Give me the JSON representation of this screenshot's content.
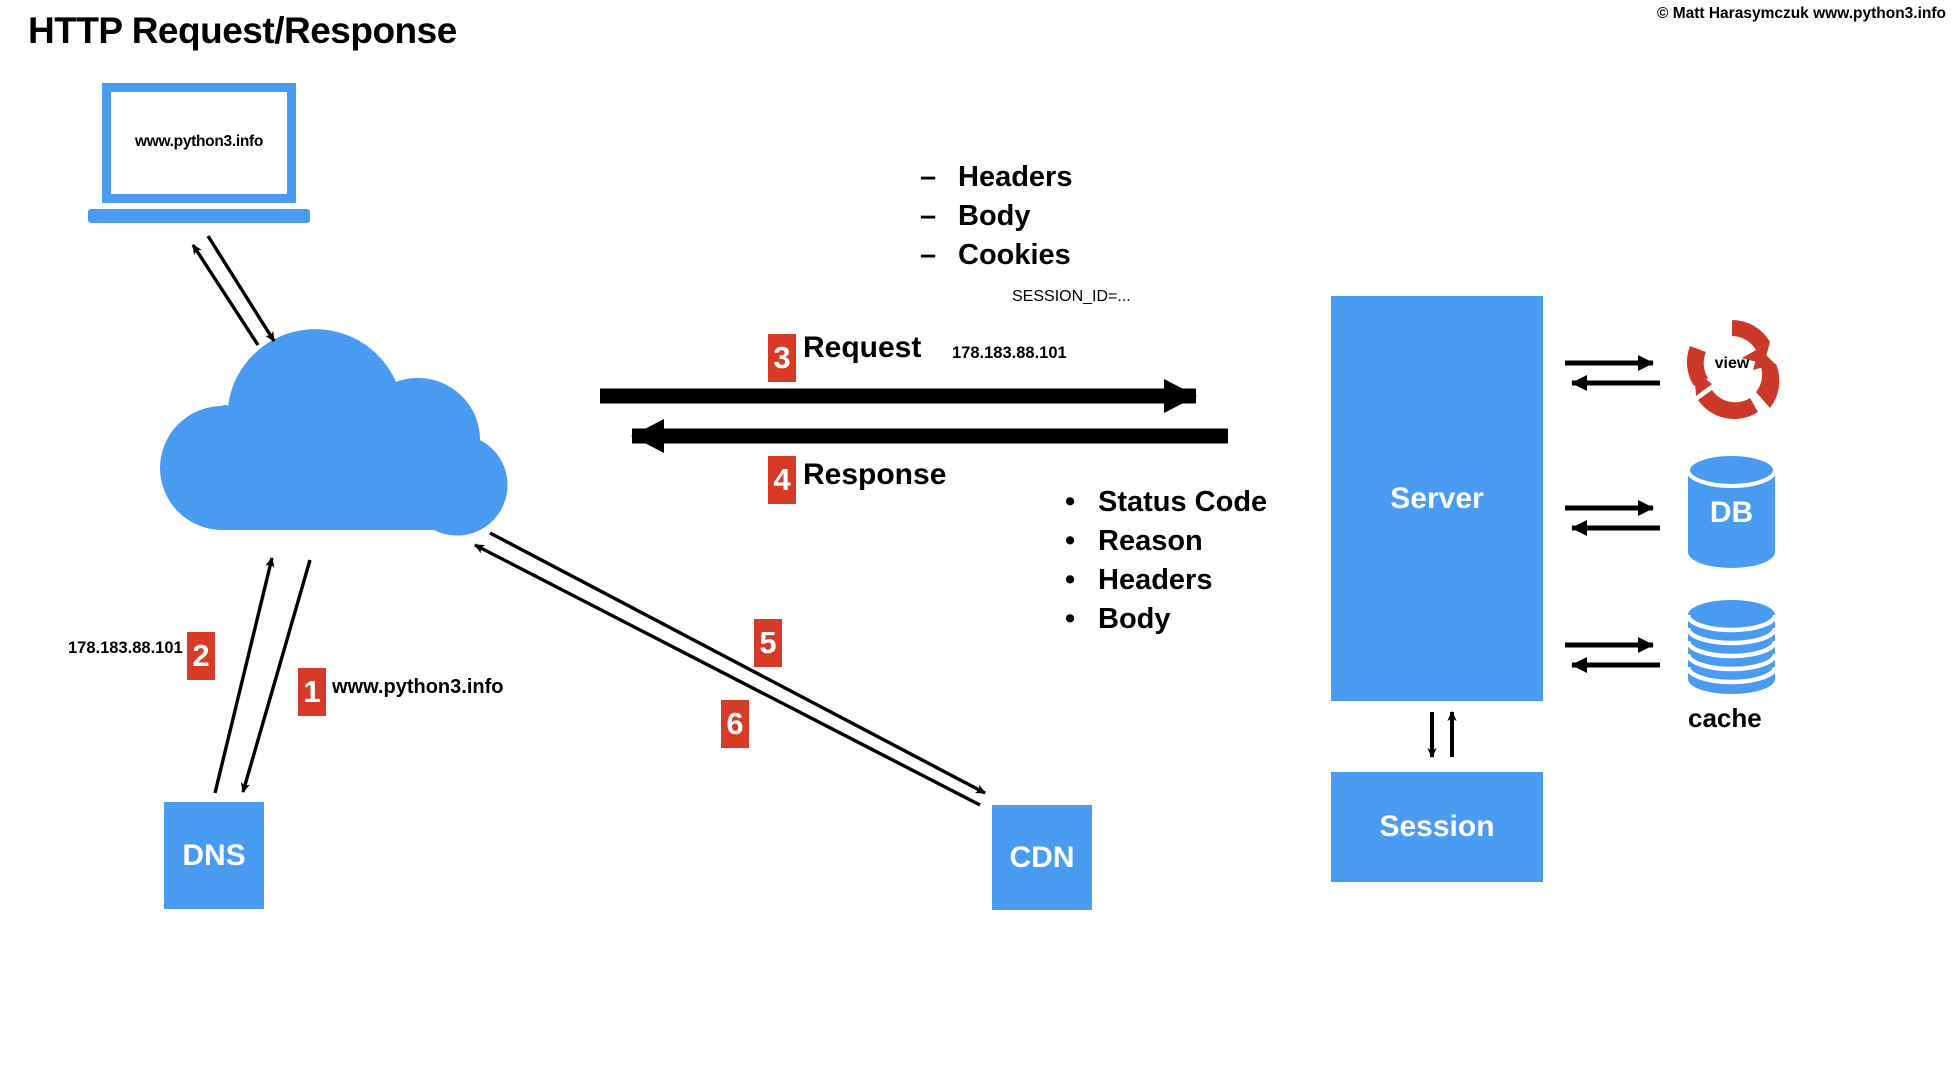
{
  "page": {
    "title": "HTTP Request/Response",
    "copyright": "© Matt Harasymczuk www.python3.info",
    "brand_blue": "#4A9BF2",
    "badge_red": "#D73B27",
    "background": "#ffffff"
  },
  "client": {
    "device": "laptop",
    "url": "www.python3.info"
  },
  "nodes": {
    "cloud": "internet-cloud",
    "dns": "DNS",
    "cdn": "CDN",
    "server": "Server",
    "session": "Session",
    "db": "DB",
    "cache": "cache",
    "view": "view"
  },
  "steps": [
    {
      "number": "1",
      "label": "www.python3.info"
    },
    {
      "number": "2",
      "label": "178.183.88.101"
    },
    {
      "number": "3",
      "label": "Request"
    },
    {
      "number": "4",
      "label": "Response"
    },
    {
      "number": "5",
      "label": ""
    },
    {
      "number": "6",
      "label": ""
    }
  ],
  "request": {
    "badge": "3",
    "title": "Request",
    "ip": "178.183.88.101",
    "marker": "–",
    "parts": [
      "Headers",
      "Body",
      "Cookies"
    ],
    "cookie_example": "SESSION_ID=..."
  },
  "response": {
    "badge": "4",
    "title": "Response",
    "marker": "•",
    "parts": [
      "Status Code",
      "Reason",
      "Headers",
      "Body"
    ]
  },
  "dns_flow": {
    "query_badge": "1",
    "query_label": "www.python3.info",
    "answer_badge": "2",
    "answer_label": "178.183.88.101"
  },
  "cdn_flow": {
    "request_badge": "5",
    "response_badge": "6"
  }
}
